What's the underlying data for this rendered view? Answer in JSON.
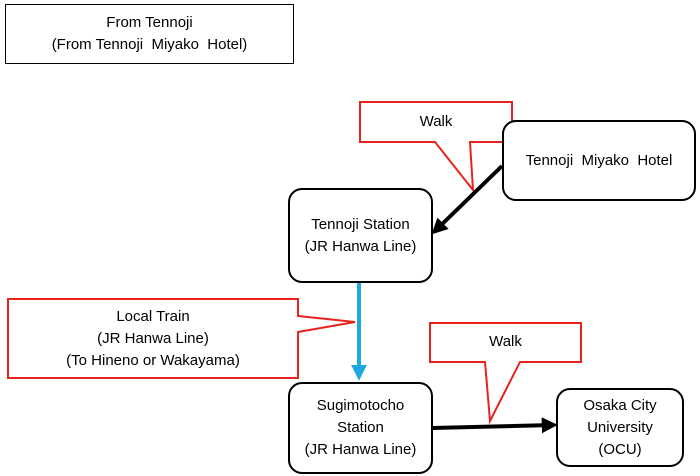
{
  "title": {
    "line1": "From Tennoji",
    "line2": "(From Tennoji  Miyako  Hotel)"
  },
  "nodes": {
    "hotel": {
      "line1": "Tennoji  Miyako  Hotel"
    },
    "tennoji": {
      "line1": "Tennoji Station",
      "line2": "(JR Hanwa Line)"
    },
    "sugimotocho": {
      "line1": "Sugimotocho",
      "line2": "Station",
      "line3": "(JR Hanwa Line)"
    },
    "ocu": {
      "line1": "Osaka City",
      "line2": "University",
      "line3": "(OCU)"
    }
  },
  "callouts": {
    "walk_top": {
      "line1": "Walk"
    },
    "local_train": {
      "line1": "Local Train",
      "line2": "(JR Hanwa Line)",
      "line3": "(To Hineno or Wakayama)"
    },
    "walk_bottom": {
      "line1": "Walk"
    }
  },
  "colors": {
    "callout_border": "#e8231e",
    "train_arrow": "#1ea7e1",
    "walk_arrow": "#000000",
    "box_border": "#000000"
  }
}
